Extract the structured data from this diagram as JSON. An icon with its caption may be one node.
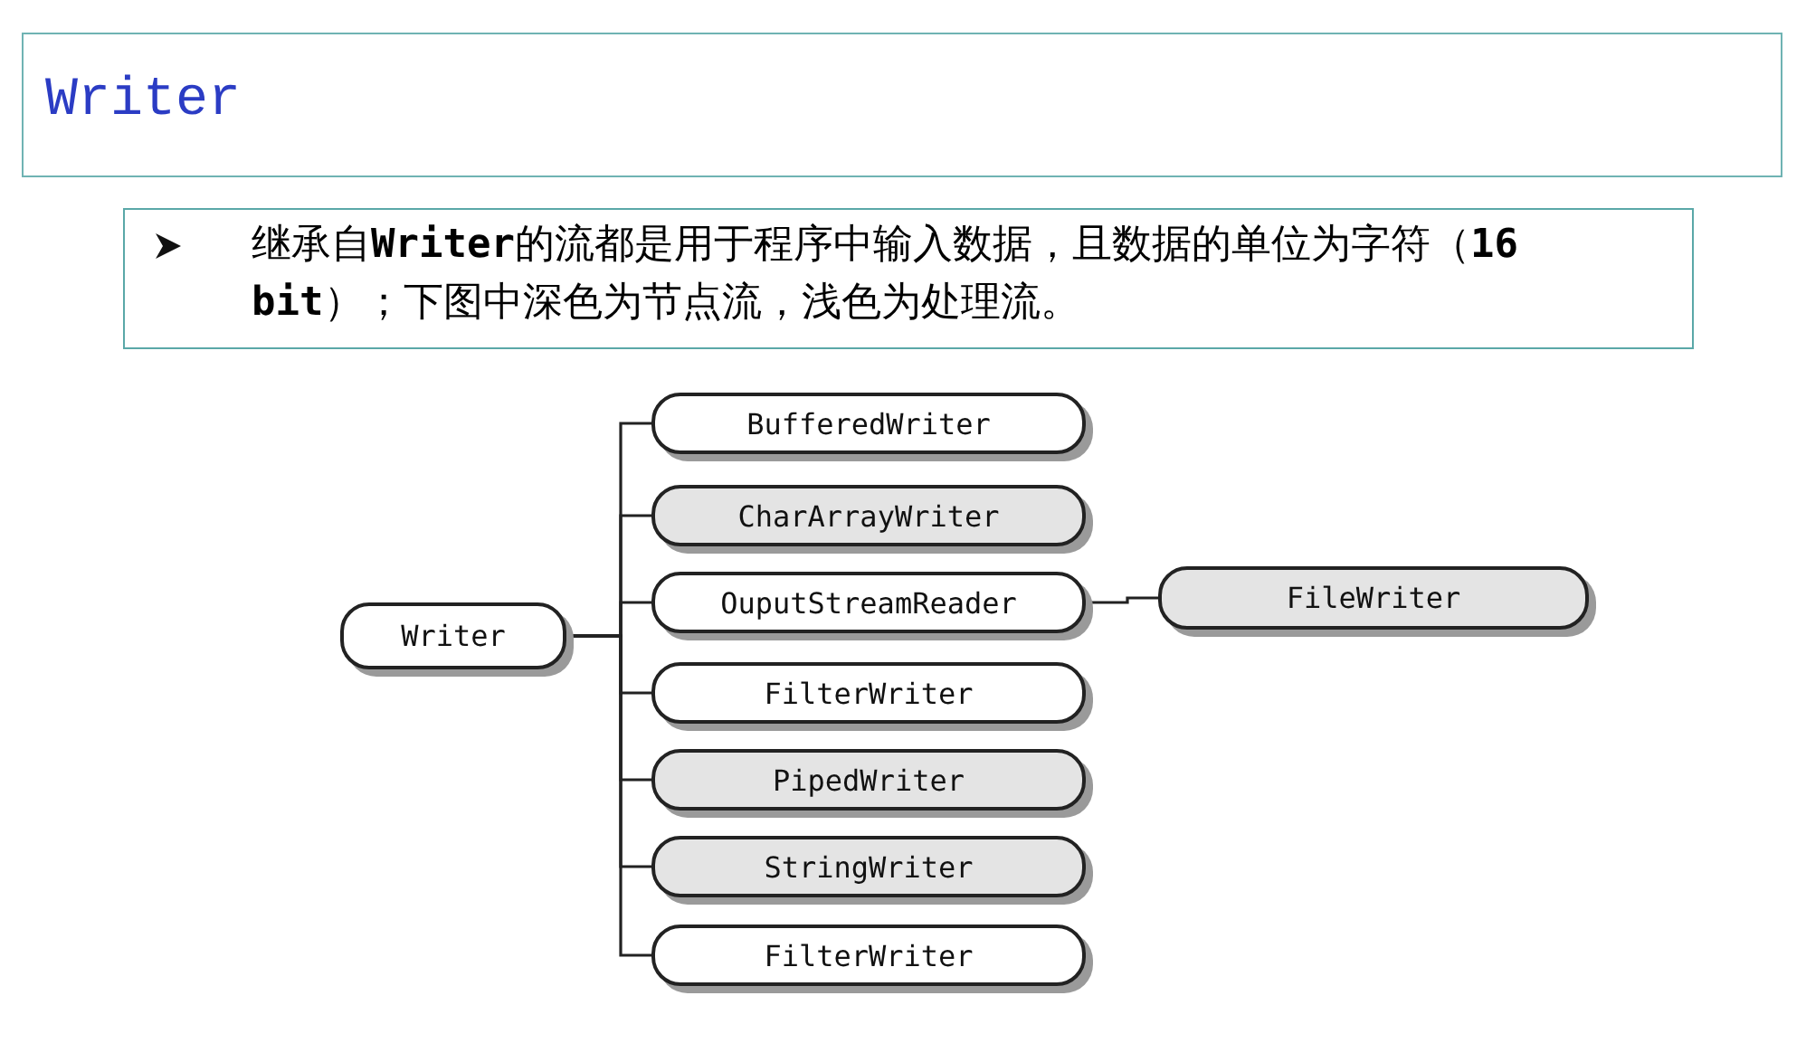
{
  "diagram": {
    "title": "Writer",
    "nodes": [
      {
        "text": [
          "继承自**Writer**的流都是用于程序中输入数据，且数据的单位为字符（**16 bit**）；下图中深色为节点流，浅色为处理流。"
        ]
      },
      {
        "text": [
          "Writer"
        ]
      },
      {
        "text": [
          "BufferedWriter"
        ]
      },
      {
        "text": [
          "CharArrayWriter"
        ]
      },
      {
        "text": [
          "OuputStreamReader"
        ]
      },
      {
        "text": [
          "FilterWriter"
        ]
      },
      {
        "text": [
          "PipedWriter"
        ]
      },
      {
        "text": [
          "StringWriter"
        ]
      },
      {
        "text": [
          "FilterWriter"
        ]
      },
      {
        "text": [
          "FileWriter"
        ]
      }
    ],
    "edges": [
      {
        "from": 1,
        "to": 2,
        "arrow": "none"
      },
      {
        "from": 1,
        "to": 3,
        "arrow": "none"
      },
      {
        "from": 1,
        "to": 4,
        "arrow": "none"
      },
      {
        "from": 1,
        "to": 5,
        "arrow": "none"
      },
      {
        "from": 1,
        "to": 6,
        "arrow": "none"
      },
      {
        "from": 1,
        "to": 7,
        "arrow": "none"
      },
      {
        "from": 1,
        "to": 8,
        "arrow": "none"
      },
      {
        "from": 4,
        "to": 9,
        "arrow": "none"
      }
    ]
  }
}
